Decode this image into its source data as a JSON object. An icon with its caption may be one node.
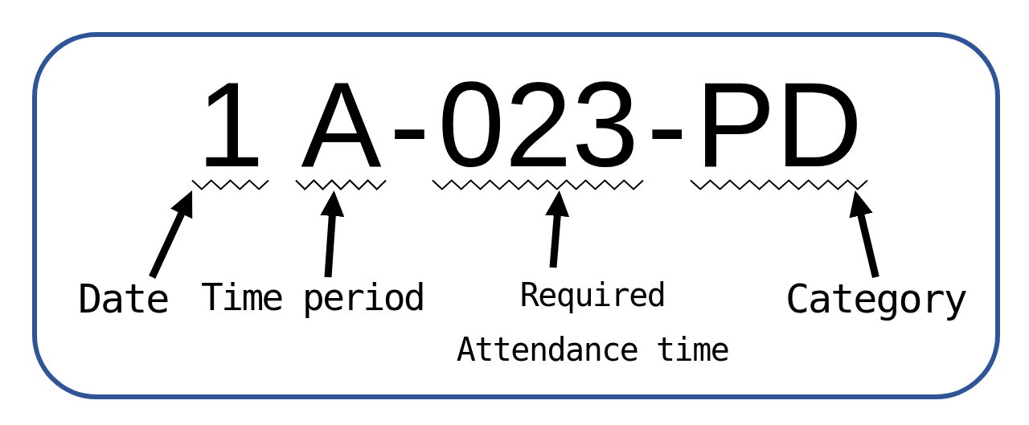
{
  "diagram": {
    "nodes": [
      {
        "text": [],
        "shape": "box"
      },
      {
        "text": [
          "1"
        ],
        "in": 0
      },
      {
        "text": [
          "A"
        ],
        "in": 0
      },
      {
        "text": [
          "023"
        ],
        "in": 0
      },
      {
        "text": [
          "PD"
        ],
        "in": 0
      },
      {
        "text": [
          "Date"
        ],
        "in": 0
      },
      {
        "text": [
          "Time period"
        ],
        "in": 0
      },
      {
        "text": [
          "Required Attendance time"
        ],
        "in": 0
      },
      {
        "text": [
          "Category"
        ],
        "in": 0
      }
    ],
    "edges": [
      {
        "from": 5,
        "to": 1,
        "arrow": "to"
      },
      {
        "from": 6,
        "to": 2,
        "arrow": "to"
      },
      {
        "from": 7,
        "to": 3,
        "arrow": "to"
      },
      {
        "from": 8,
        "to": 4,
        "arrow": "to"
      }
    ],
    "labels": [
      "-",
      "-"
    ]
  }
}
